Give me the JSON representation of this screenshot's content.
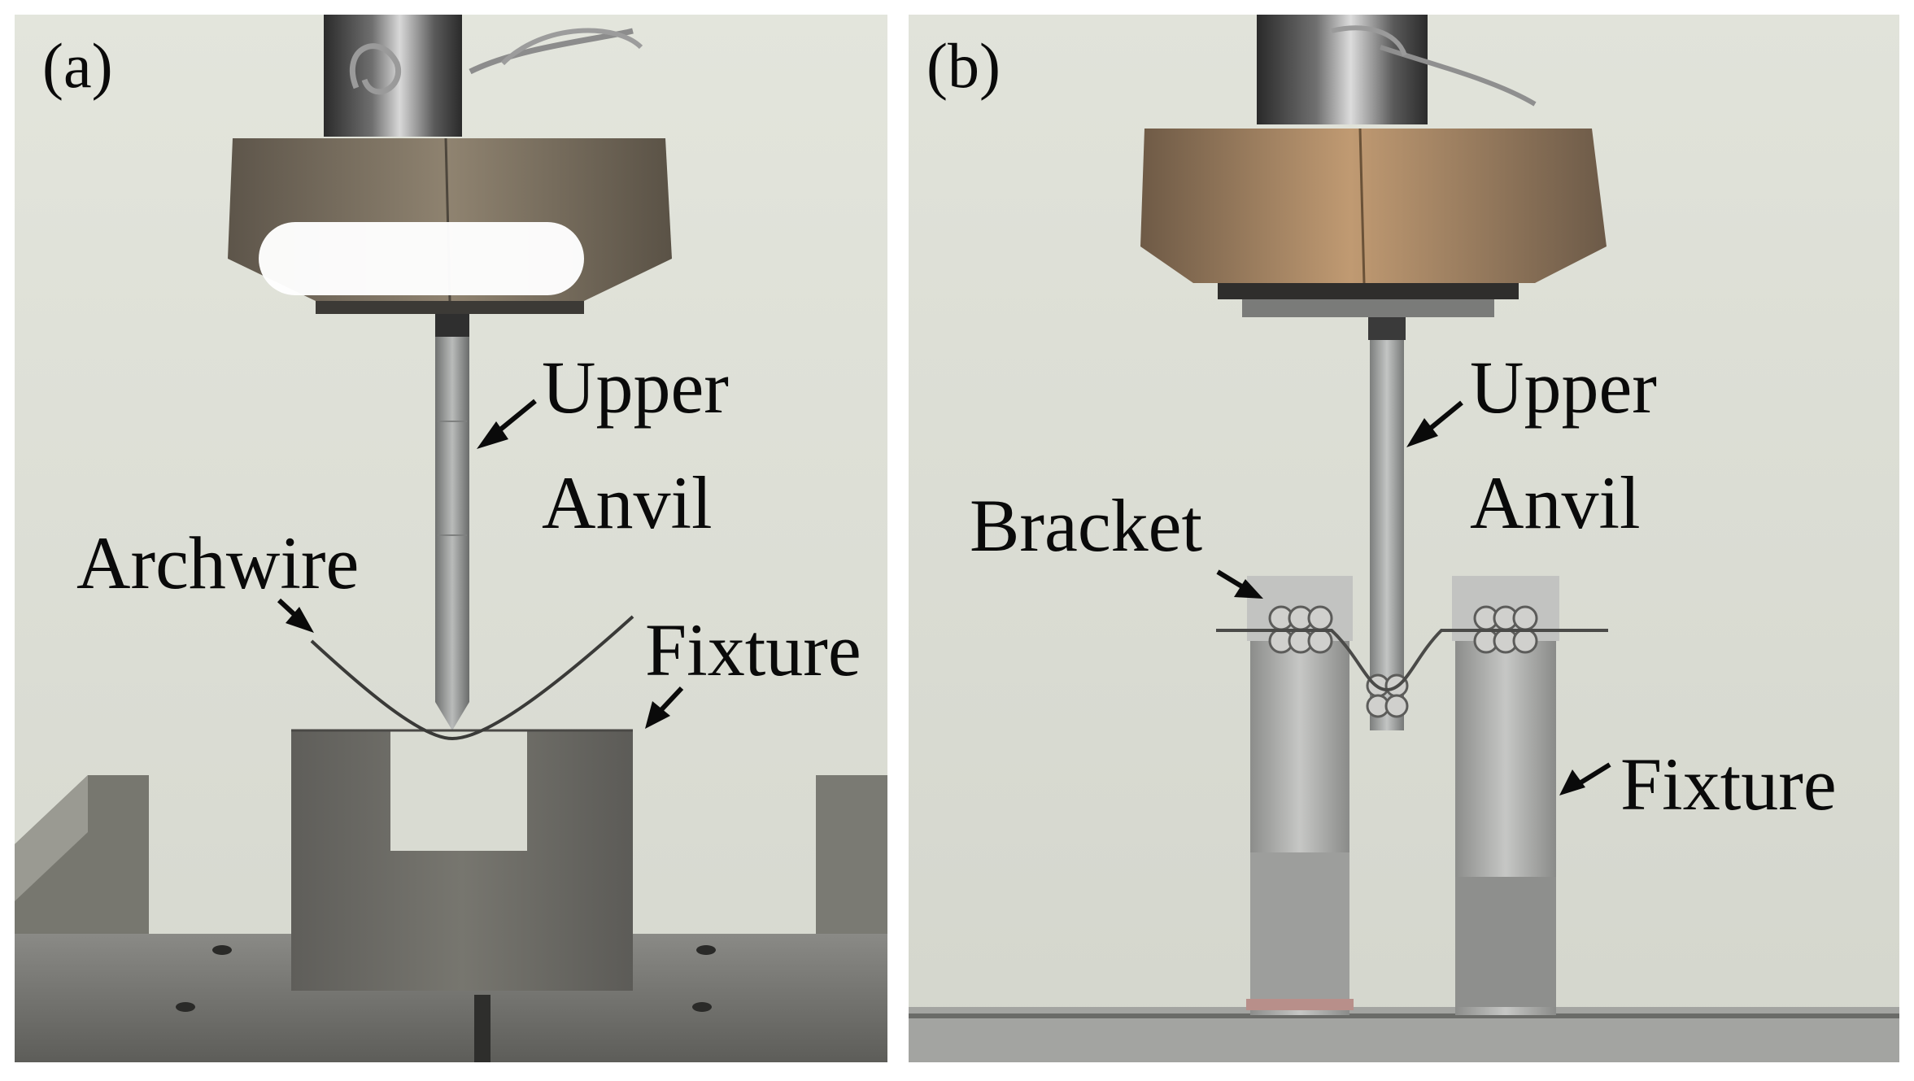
{
  "panels": [
    {
      "id": "a",
      "tag": "(a)",
      "labels": {
        "upper": "Upper",
        "anvil": "Anvil",
        "archwire": "Archwire",
        "fixture": "Fixture"
      }
    },
    {
      "id": "b",
      "tag": "(b)",
      "labels": {
        "upper": "Upper",
        "anvil": "Anvil",
        "bracket": "Bracket",
        "fixture": "Fixture"
      }
    }
  ],
  "colors": {
    "background": "#dfe1d8",
    "nut_a": "#8c806c",
    "nut_b": "#b58d66",
    "steel": "#a7a9a8",
    "fixture_a": "#6b6a66",
    "fixture_b": "#b8b9b7",
    "arrow": "#0a0a0a"
  }
}
